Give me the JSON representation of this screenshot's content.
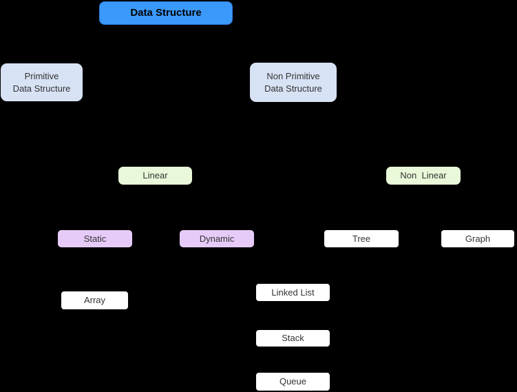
{
  "canvas": {
    "background": "#000000"
  },
  "colors": {
    "root_fill": "#3B99FC",
    "level2_fill": "#D7E2F4",
    "level3_fill": "#E8F8D8",
    "purple_fill": "#E6CBF8",
    "white_fill": "#FFFFFF",
    "text": "#333333",
    "root_text": "#000000"
  },
  "nodes": {
    "root": {
      "label": "Data Structure",
      "fill": "#3B99FC",
      "text_color": "#000000"
    },
    "primitive": {
      "label": "Primitive\nData Structure",
      "fill": "#D7E2F4",
      "text_color": "#333333"
    },
    "non_primitive": {
      "label": "Non Primitive\nData Structure",
      "fill": "#D7E2F4",
      "text_color": "#333333"
    },
    "linear": {
      "label": "Linear",
      "fill": "#E8F8D8",
      "text_color": "#333333"
    },
    "non_linear": {
      "label": "Non  Linear",
      "fill": "#E8F8D8",
      "text_color": "#333333"
    },
    "static": {
      "label": "Static",
      "fill": "#E6CBF8",
      "text_color": "#333333"
    },
    "dynamic": {
      "label": "Dynamic",
      "fill": "#E6CBF8",
      "text_color": "#333333"
    },
    "tree": {
      "label": "Tree",
      "fill": "#FFFFFF",
      "text_color": "#333333"
    },
    "graph": {
      "label": "Graph",
      "fill": "#FFFFFF",
      "text_color": "#333333"
    },
    "array": {
      "label": "Array",
      "fill": "#FFFFFF",
      "text_color": "#333333"
    },
    "linked_list": {
      "label": "Linked List",
      "fill": "#FFFFFF",
      "text_color": "#333333"
    },
    "stack": {
      "label": "Stack",
      "fill": "#FFFFFF",
      "text_color": "#333333"
    },
    "queue": {
      "label": "Queue",
      "fill": "#FFFFFF",
      "text_color": "#333333"
    }
  }
}
